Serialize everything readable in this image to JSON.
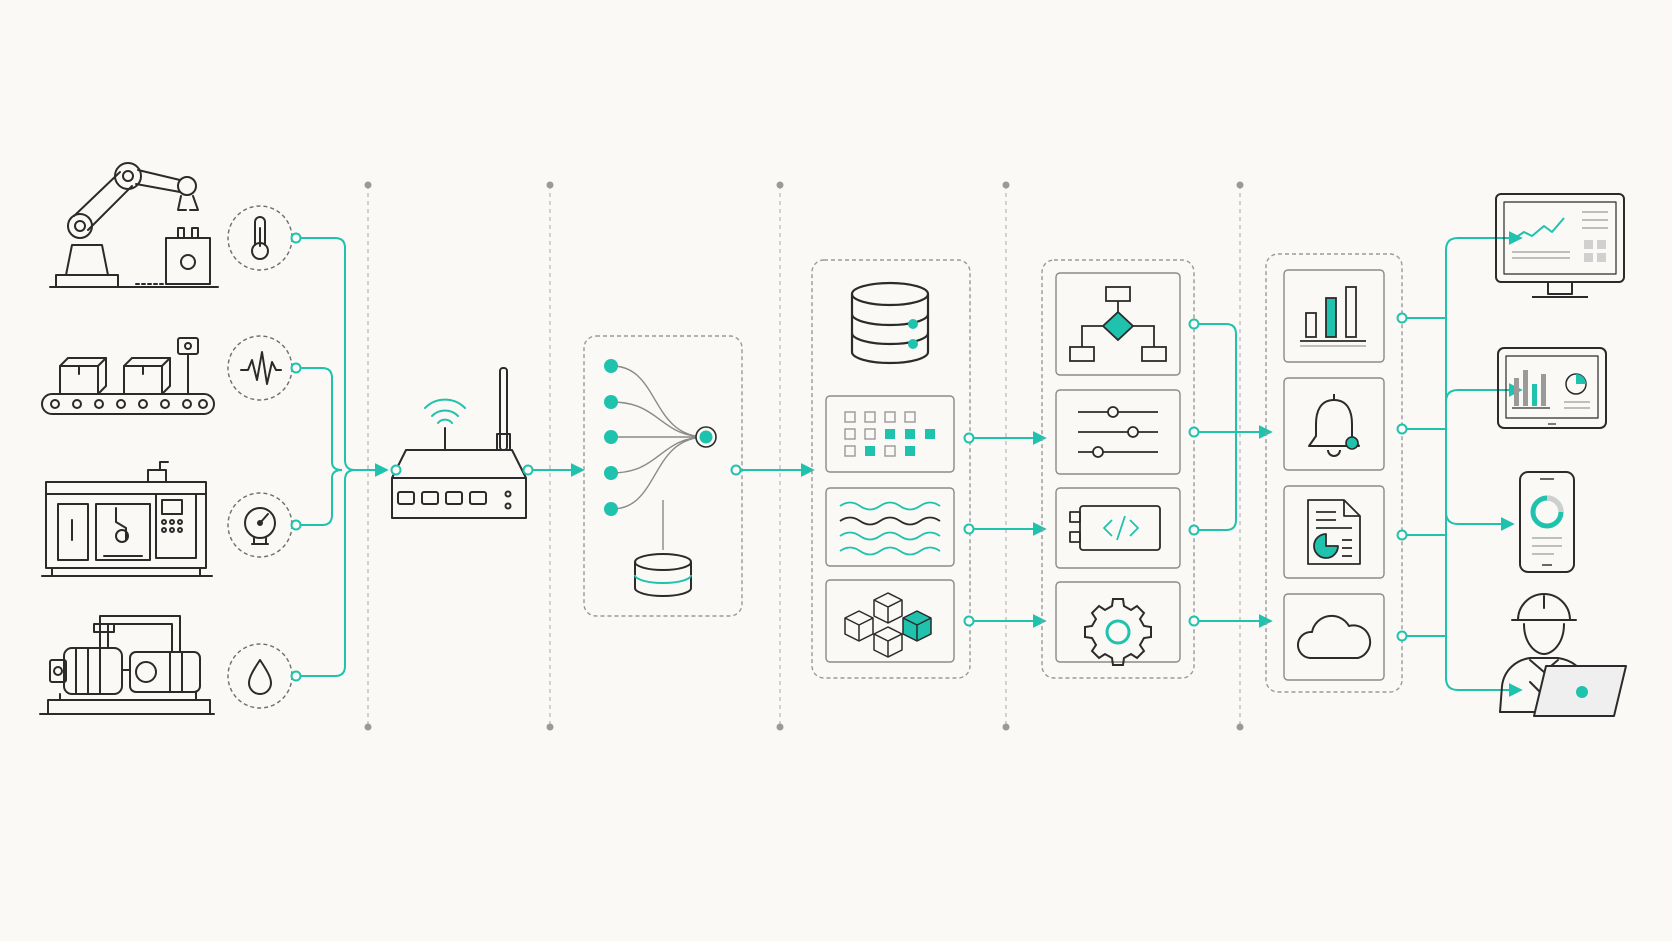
{
  "colors": {
    "background": "#fbf9f5",
    "accent": "#1fc2ad",
    "line": "#2b2b2b",
    "muted": "#9a9a9a",
    "fill": "#efefef"
  },
  "machines": [
    {
      "name": "robot-arm",
      "sensor": "thermometer-icon"
    },
    {
      "name": "conveyor-belt",
      "sensor": "vibration-wave-icon"
    },
    {
      "name": "cnc-machine",
      "sensor": "pressure-gauge-icon"
    },
    {
      "name": "pump-motor",
      "sensor": "water-drop-icon"
    }
  ],
  "gateway": {
    "icon": "edge-router-icon",
    "ports": 4
  },
  "ingestion": {
    "inputs": 5,
    "icon": "buffer-database-icon"
  },
  "storage": [
    {
      "icon": "database-icon"
    },
    {
      "icon": "time-series-grid-icon"
    },
    {
      "icon": "stream-waves-icon"
    },
    {
      "icon": "data-cubes-icon"
    }
  ],
  "processing": [
    {
      "icon": "flowchart-icon"
    },
    {
      "icon": "sliders-icon"
    },
    {
      "icon": "code-icon"
    },
    {
      "icon": "gear-icon"
    }
  ],
  "services": [
    {
      "icon": "bar-chart-icon"
    },
    {
      "icon": "alert-bell-icon"
    },
    {
      "icon": "report-document-icon"
    },
    {
      "icon": "cloud-icon"
    }
  ],
  "outputs": [
    {
      "icon": "desktop-dashboard-icon"
    },
    {
      "icon": "tablet-dashboard-icon"
    },
    {
      "icon": "mobile-app-icon"
    },
    {
      "icon": "field-engineer-icon"
    }
  ]
}
